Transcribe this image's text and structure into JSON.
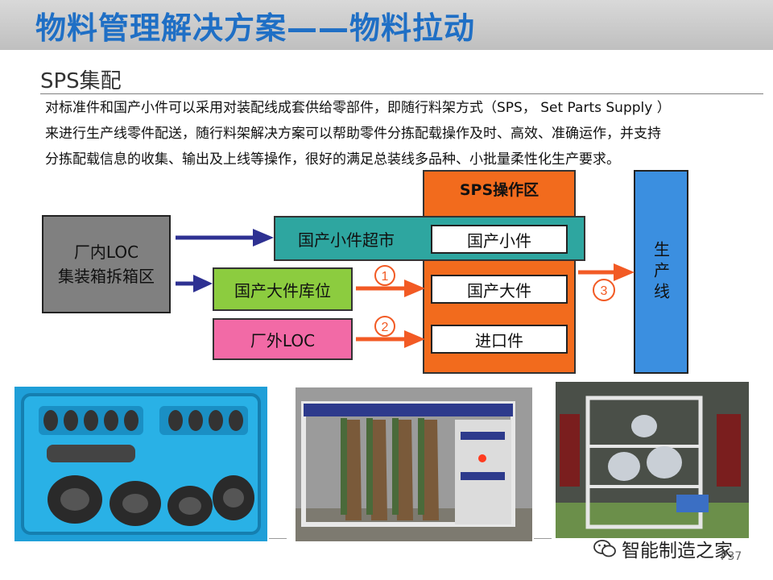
{
  "header": {
    "title": "物料管理解决方案——物料拉动"
  },
  "section": {
    "title": "SPS集配"
  },
  "paragraph": {
    "line1": "对标准件和国产小件可以采用对装配线成套供给零部件，即随行料架方式（SPS， Set Parts Supply ）",
    "line2": "来进行生产线零件配送，随行料架解决方案可以帮助零件分拣配载操作及时、高效、准确运作，并支持",
    "line3": "分拣配载信息的收集、输出及上线等操作，很好的满足总装线多品种、小批量柔性化生产要求。"
  },
  "diagram": {
    "source_box": {
      "line1": "厂内LOC",
      "line2": "集装箱拆箱区"
    },
    "small_parts_market": "国产小件超市",
    "large_parts_warehouse": "国产大件库位",
    "external_loc": "厂外LOC",
    "sps_area": {
      "title": "SPS操作区",
      "items": [
        "国产小件",
        "国产大件",
        "进口件"
      ]
    },
    "production_line": "生产线",
    "markers": [
      "1",
      "2",
      "3"
    ],
    "colors": {
      "sps_orange": "#f26b1d",
      "teal": "#2ea6a0",
      "green": "#8ccc3f",
      "pink": "#f26aa6",
      "blue": "#3b8fe0",
      "gray": "#808080",
      "arrow_navy": "#2e3192",
      "arrow_red": "#f25a24"
    }
  },
  "footer": {
    "watermark": "智能制造之家",
    "page": "P37"
  }
}
